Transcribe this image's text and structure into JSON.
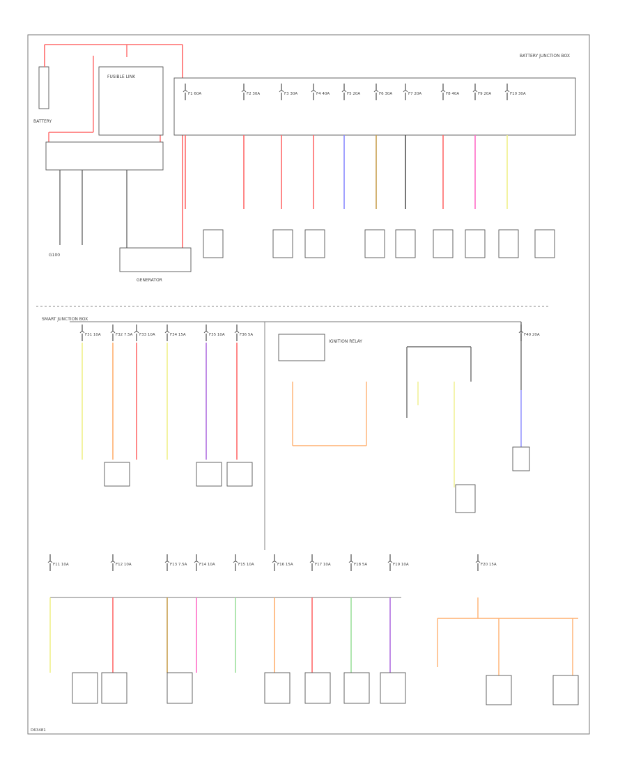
{
  "colors": {
    "background": "#ffffff",
    "frame": "#7a7a7a",
    "wire_black": "#555555",
    "wire_red": "#ff6a6a",
    "wire_pink": "#ff6ec7",
    "wire_blue": "#8a8aff",
    "wire_tan": "#c8a050",
    "wire_yellow": "#f0f08a",
    "wire_orange": "#ffb070",
    "wire_violet": "#b070e0",
    "wire_green": "#9ce09c",
    "wire_gray": "#999999"
  },
  "top_section": {
    "battery_label": "BATTERY",
    "ground_label": "G100",
    "generator_label": "GENERATOR",
    "junction_box_label": "BATTERY JUNCTION BOX",
    "fuse_link_label": "FUSIBLE LINK",
    "fuse_labels": [
      "F1 60A",
      "F2 30A",
      "F3 30A",
      "F4 40A",
      "F5 20A",
      "F6 30A",
      "F7 20A",
      "F8 40A",
      "F9 20A",
      "F10 30A"
    ]
  },
  "middle_section": {
    "fuse_panel_label": "SMART JUNCTION BOX",
    "relay_label": "IGNITION RELAY",
    "fuse_labels": [
      "F31 10A",
      "F32 7.5A",
      "F33 10A",
      "F34 15A",
      "F35 10A",
      "F36 5A",
      "F40 20A"
    ]
  },
  "bottom_section": {
    "fuse_labels": [
      "F11 10A",
      "F12 10A",
      "F13 7.5A",
      "F14 10A",
      "F15 10A",
      "F16 15A",
      "F17 10A",
      "F18 5A",
      "F19 10A",
      "F20 15A"
    ]
  },
  "footer": {
    "code": "D63481"
  }
}
